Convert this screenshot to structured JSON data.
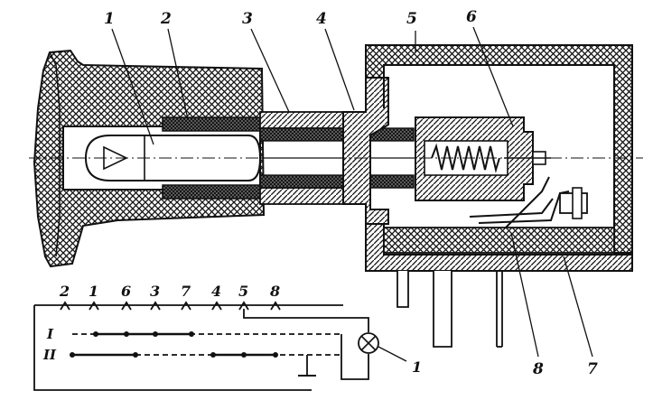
{
  "callouts": {
    "c1": "1",
    "c2": "2",
    "c3": "3",
    "c4": "4",
    "c5": "5",
    "c6": "6",
    "c7": "7",
    "c8": "8"
  },
  "scheme": {
    "contacts": [
      "2",
      "1",
      "6",
      "3",
      "7",
      "4",
      "5",
      "8"
    ],
    "row_I": "I",
    "row_II": "II",
    "lamp_label": "1"
  },
  "colors": {
    "ink": "#111111",
    "paper": "#ffffff"
  }
}
